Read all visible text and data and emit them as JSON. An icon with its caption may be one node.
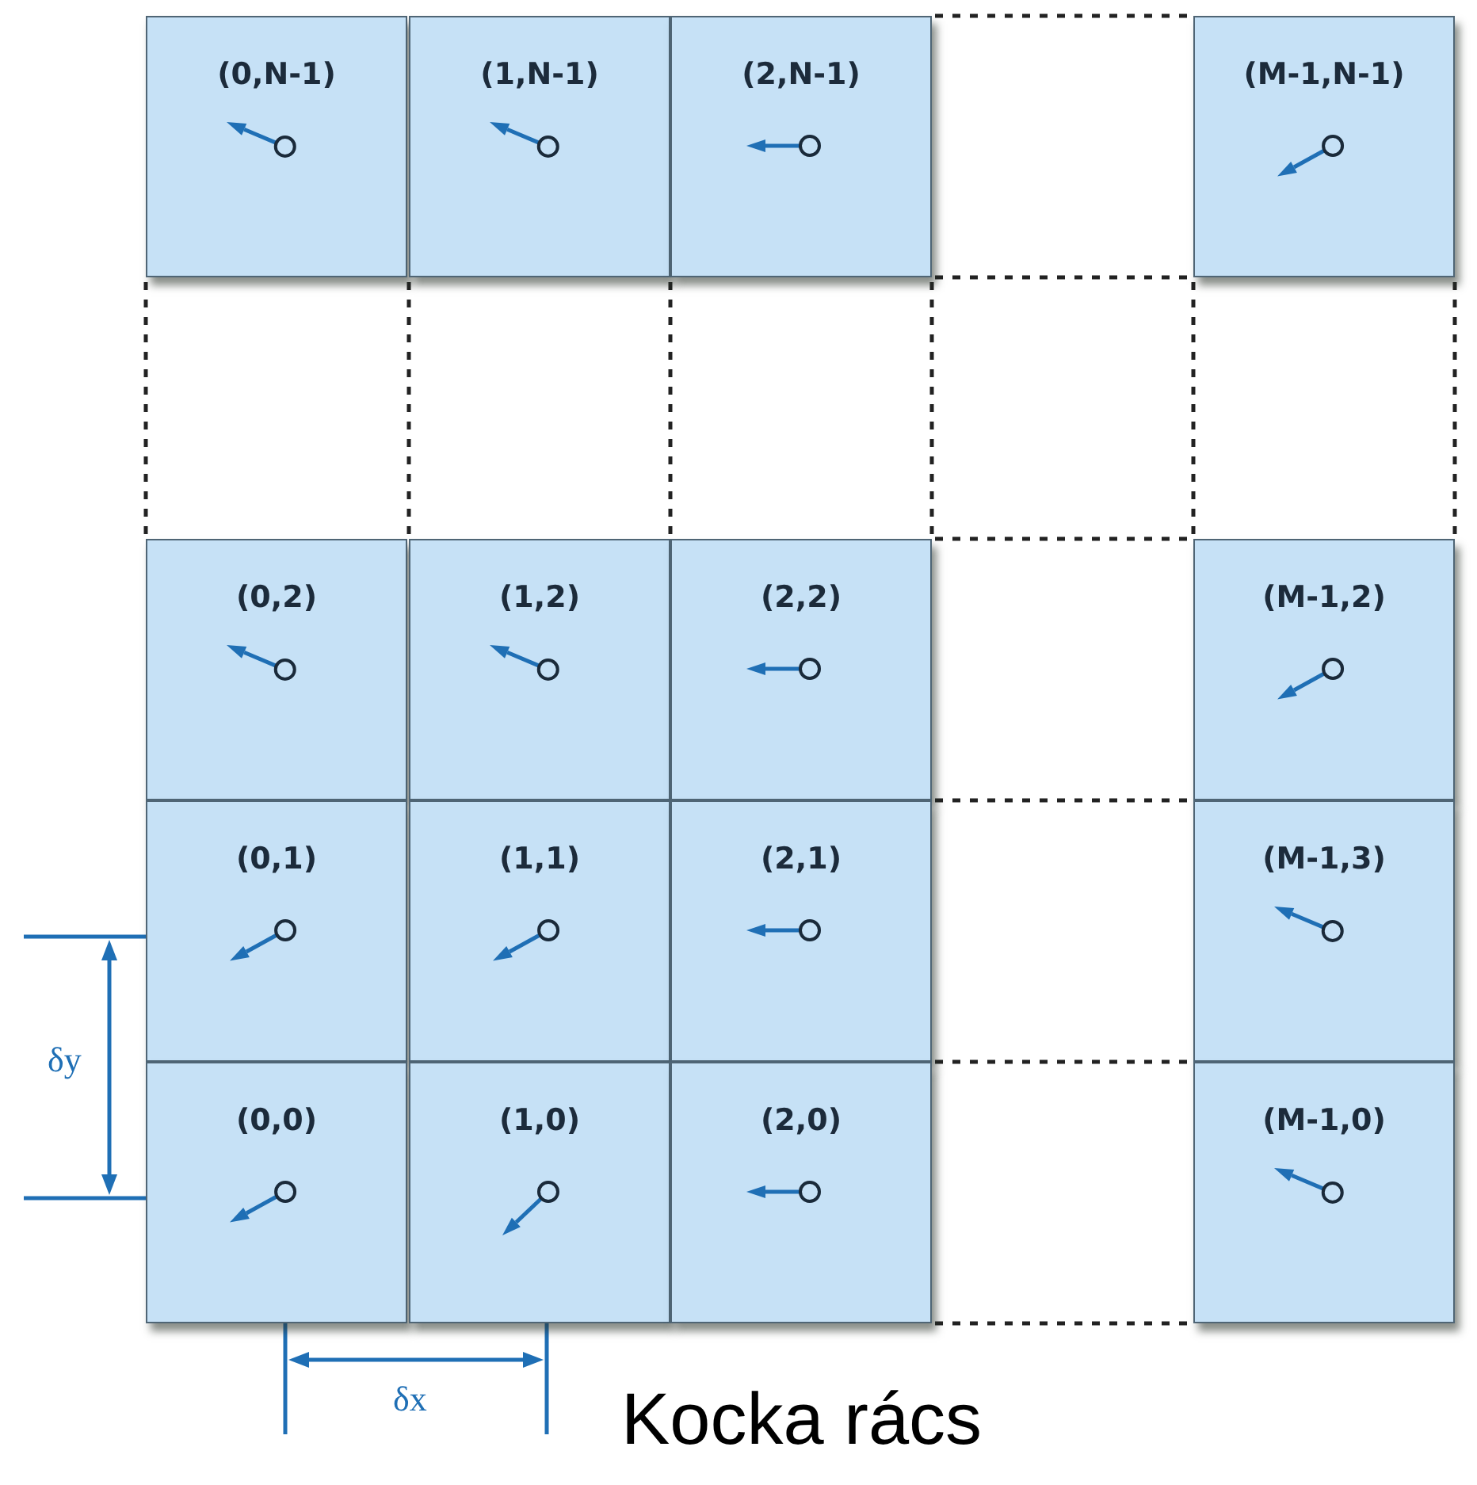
{
  "diagram": {
    "caption": "Kocka rács",
    "nodes": [
      {
        "text": [
          "(0,N-1)"
        ]
      },
      {
        "text": [
          "(1,N-1)"
        ]
      },
      {
        "text": [
          "(2,N-1)"
        ]
      },
      {
        "text": [
          "(M-1,N-1)"
        ]
      },
      {
        "text": [
          "(0,2)"
        ]
      },
      {
        "text": [
          "(1,2)"
        ]
      },
      {
        "text": [
          "(2,2)"
        ]
      },
      {
        "text": [
          "(M-1,2)"
        ]
      },
      {
        "text": [
          "(0,1)"
        ]
      },
      {
        "text": [
          "(1,1)"
        ]
      },
      {
        "text": [
          "(2,1)"
        ]
      },
      {
        "text": [
          "(M-1,3)"
        ]
      },
      {
        "text": [
          "(0,0)"
        ]
      },
      {
        "text": [
          "(1,0)"
        ]
      },
      {
        "text": [
          "(2,0)"
        ]
      },
      {
        "text": [
          "(M-1,0)"
        ]
      }
    ],
    "labels": [
      "δy",
      "δx"
    ]
  }
}
